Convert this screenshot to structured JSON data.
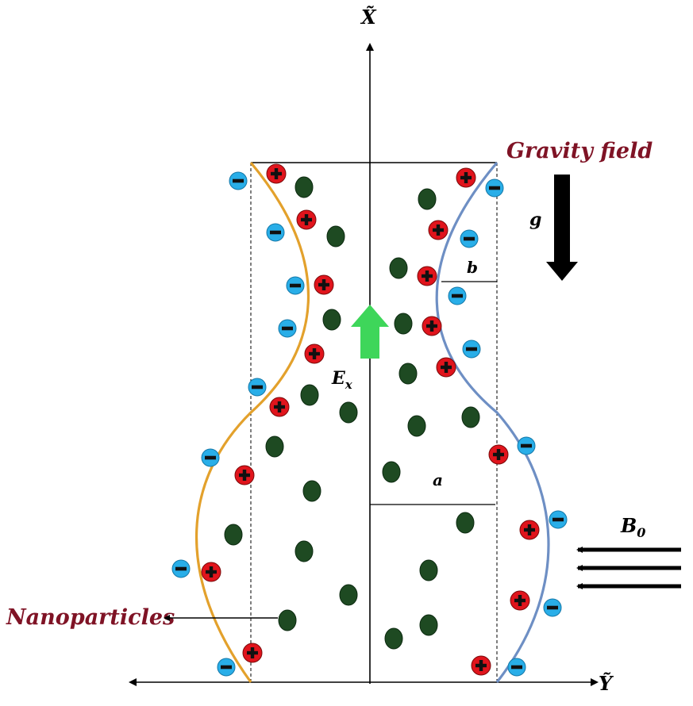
{
  "labels": {
    "x_axis": "X̃",
    "y_axis": "Ỹ",
    "gravity": "Gravity field",
    "g": "g",
    "b": "b",
    "a": "a",
    "ex_main": "E",
    "ex_sub": "x",
    "b0_main": "B",
    "b0_sub": "0",
    "nanoparticles": "Nanoparticles"
  },
  "colors": {
    "left_wall": "#e3a12c",
    "right_wall": "#6e8fc4",
    "positive_charge": "#e0141c",
    "negative_charge": "#29aee8",
    "nanoparticle": "#1e4a22",
    "flow_arrow": "#3ed65a",
    "label_red": "#7f1325"
  },
  "legend": {
    "positive_symbol": "+",
    "negative_symbol": "−"
  }
}
